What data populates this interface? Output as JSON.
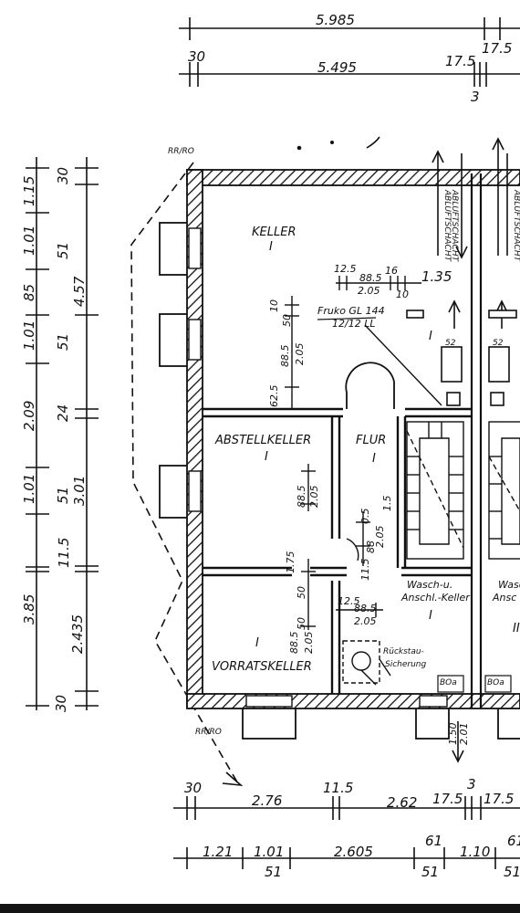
{
  "dimensions": {
    "top_row1": [
      "5.985",
      "17.5"
    ],
    "top_row2": [
      "30",
      "5.495",
      "17.5",
      "3"
    ],
    "left_outer": [
      "1.15",
      "1.01",
      "85",
      "1.01",
      "2.09",
      "1.01",
      "11.5",
      "3.85",
      "2.435",
      "30"
    ],
    "left_inner": [
      "30",
      "51",
      "4.57",
      "51",
      "24",
      "51",
      "3.01"
    ],
    "bottom_row1": [
      "30",
      "2.76",
      "11.5",
      "2.62",
      "17.5",
      "3",
      "17.5"
    ],
    "bottom_row2": [
      "1.21",
      "1.01",
      "51",
      "2.605",
      "61",
      "51",
      "1.10",
      "61",
      "51"
    ],
    "interior": [
      "12.5",
      "88.5",
      "2.05",
      "16",
      "10",
      "1.35",
      "10",
      "50",
      "88.5",
      "2.05",
      "62.5",
      "88.5",
      "2.05",
      "50",
      "0.5",
      "1.5",
      "11.5",
      "88",
      "2.05",
      "1.75",
      "50",
      "88.5",
      "2.05",
      "12.5",
      "88.5",
      "2.05",
      "52",
      "52",
      "1.50",
      "2.01"
    ]
  },
  "labels": {
    "rr_top": "RR/RO",
    "rr_bottom": "RR/RO",
    "fruko": "Fruko GL 144",
    "fruko_sub": "12/12 LL",
    "exhaust": "ABLUFTSCHACHT",
    "rueckstau_1": "Rückstau-",
    "rueckstau_2": "Sicherung",
    "bo_left": "BOa",
    "bo_right": "BOa"
  },
  "rooms": {
    "keller": "KELLER",
    "keller_num": "I",
    "abstellkeller": "ABSTELLKELLER",
    "abstellkeller_num": "I",
    "flur": "FLUR",
    "flur_num": "I",
    "vorratskeller": "VORRATSKELLER",
    "vorratskeller_num": "I",
    "wasch_1": "Wasch-u.",
    "wasch_2": "Anschl.-Keller",
    "wasch_num": "I",
    "wasch_right_1": "Wasch",
    "wasch_right_2": "Ansc",
    "right_num": "II"
  }
}
